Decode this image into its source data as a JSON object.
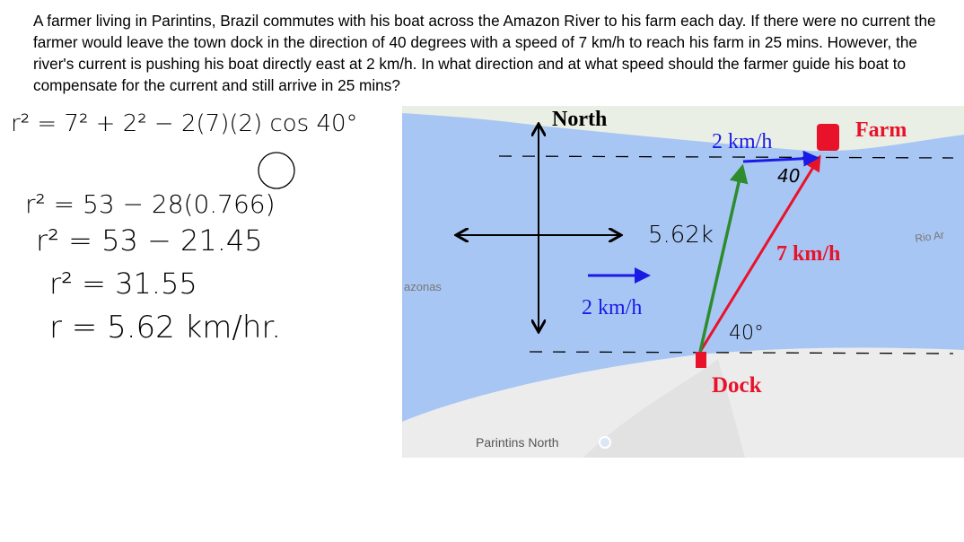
{
  "problem_text": "A farmer living in Parintins, Brazil commutes with his boat across the Amazon River to his farm each day.  If there were no current the farmer would leave the town dock in the direction of 40 degrees with a speed of 7 km/h to reach his farm in 25 mins.  However, the river's current is pushing his boat directly east at 2 km/h.  In what direction and at what speed should the farmer guide his boat to compensate for the current and still arrive in 25 mins?",
  "work": {
    "line1": "r² = 7² + 2² − 2(7)(2) cos 40°",
    "line2": "r² =  53 − 28(0.766)",
    "line3": "r² =  53 − 21.45",
    "line4": "r² = 31.55",
    "line5": "r = 5.62 km/hr."
  },
  "map": {
    "north_label": "North",
    "farm_label": "Farm",
    "dock_label": "Dock",
    "current_label_top": "2 km/h",
    "current_label_left": "2 km/h",
    "boat_speed_label": "7 km/h",
    "result_label": "5.62k",
    "angle_top": "40",
    "angle_bottom": "40°",
    "place_left": "azonas",
    "place_right": "Rio Ar",
    "place_bottom": "Parintins North",
    "colors": {
      "water": "#a8c6f4",
      "land": "#eeeeee",
      "red": "#e8122a",
      "blue": "#1a1ae6",
      "green": "#2e8b2e"
    }
  }
}
